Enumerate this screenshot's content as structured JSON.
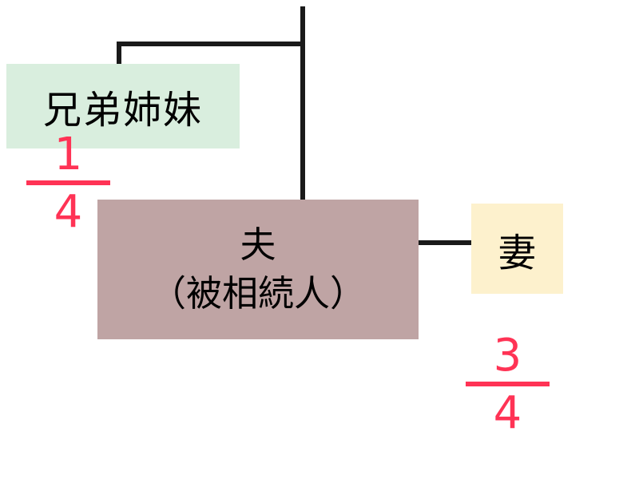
{
  "diagram": {
    "background_color": "#ffffff",
    "line_color": "#1a1a1a",
    "nodes": {
      "siblings": {
        "label": "兄弟姉妹",
        "bg_color": "#d9eede"
      },
      "husband": {
        "label_line1": "夫",
        "label_line2": "（被相続人）",
        "bg_color": "#bfa4a4"
      },
      "wife": {
        "label": "妻",
        "bg_color": "#fdf1cd"
      }
    },
    "fractions": {
      "siblings_share": {
        "numerator": "1",
        "denominator": "4",
        "color": "#ff3355"
      },
      "wife_share": {
        "numerator": "3",
        "denominator": "4",
        "color": "#ff3355"
      }
    }
  }
}
